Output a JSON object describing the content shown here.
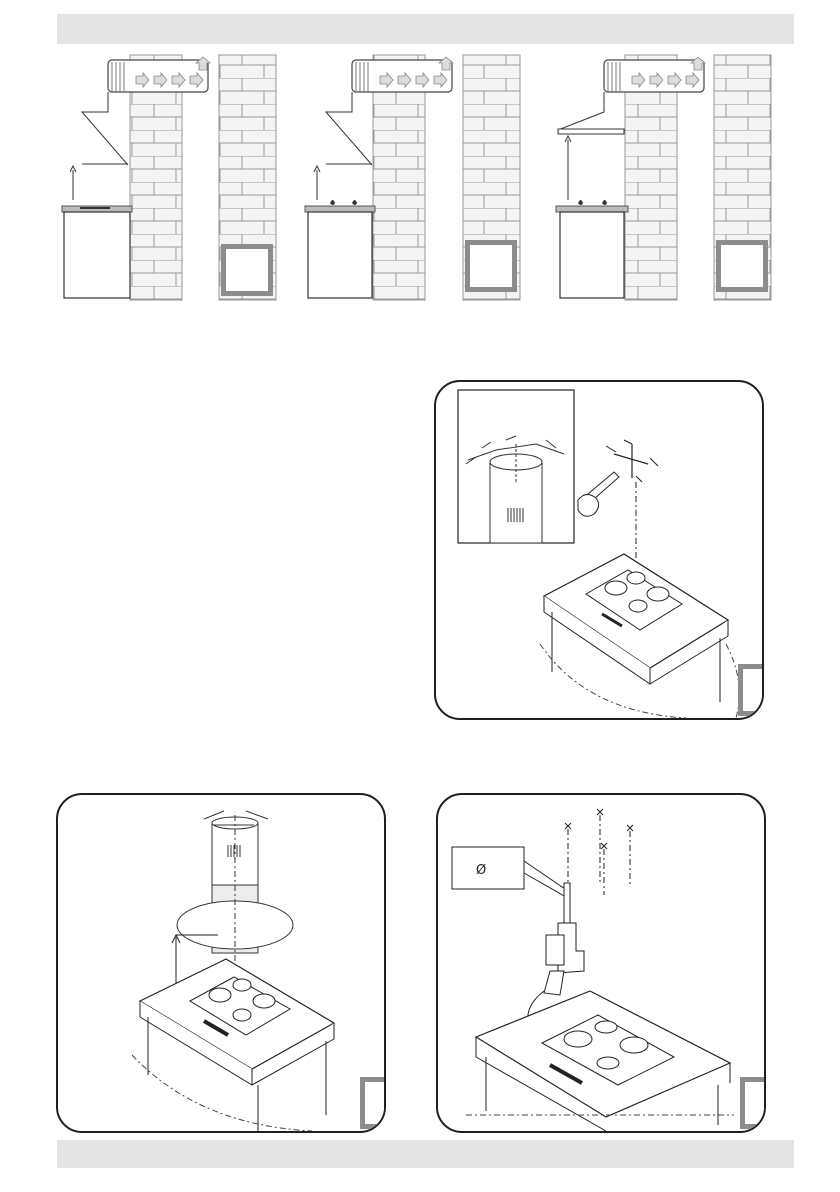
{
  "page": {
    "header_bar": "",
    "footer_bar": ""
  },
  "figures": [
    {
      "id": "fig-1",
      "label": ""
    },
    {
      "id": "fig-2",
      "label": ""
    },
    {
      "id": "fig-3",
      "label": ""
    },
    {
      "id": "fig-4",
      "label": ""
    },
    {
      "id": "fig-5",
      "label": ""
    },
    {
      "id": "fig-6",
      "label": ""
    }
  ],
  "drill_callout": {
    "symbol": "Ø",
    "value": ""
  },
  "colors": {
    "frame": "#1f1f1f",
    "tag_border": "#8c8c8c",
    "bar": "#e4e4e4",
    "brick_line": "#9a9a9a"
  }
}
